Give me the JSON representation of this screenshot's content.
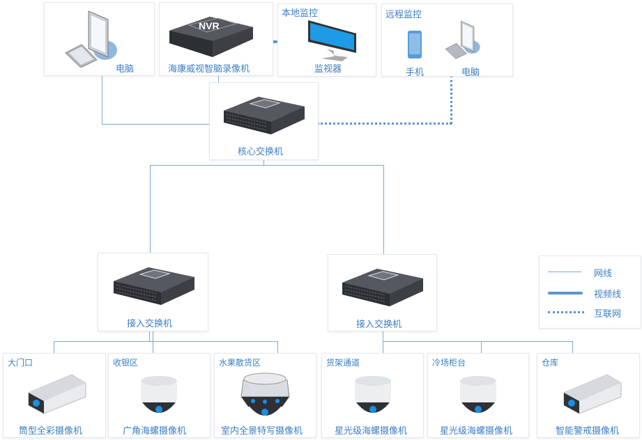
{
  "top": {
    "pc": {
      "label": "电脑"
    },
    "nvr": {
      "badge": "NVR",
      "label": "海康威视智脑录像机"
    },
    "local": {
      "title": "本地监控",
      "label": "监视器"
    },
    "remote": {
      "title": "远程监控",
      "phone": "手机",
      "pc": "电脑"
    }
  },
  "core": {
    "label": "核心交换机"
  },
  "access": [
    {
      "label": "接入交换机"
    },
    {
      "label": "接入交换机"
    }
  ],
  "legend": {
    "items": [
      {
        "label": "网线",
        "style": "thin"
      },
      {
        "label": "视频线",
        "style": "thick"
      },
      {
        "label": "互联网",
        "style": "dashed"
      }
    ]
  },
  "cameras": [
    {
      "area": "大门口",
      "label": "筒型全彩摄像机",
      "icon": "bullet-camera-icon"
    },
    {
      "area": "收银区",
      "label": "广角海螺摄像机",
      "icon": "dome-camera-icon"
    },
    {
      "area": "水果散货区",
      "label": "室内全景特写摄像机",
      "icon": "panoramic-camera-icon"
    },
    {
      "area": "货架通道",
      "label": "星光级海螺摄像机",
      "icon": "dome-camera-icon"
    },
    {
      "area": "冷场柜台",
      "label": "星光级海螺摄像机",
      "icon": "dome-camera-icon"
    },
    {
      "area": "仓库",
      "label": "智能警戒摄像机",
      "icon": "bullet-camera-icon"
    }
  ],
  "colors": {
    "line": "#7aa8d6",
    "text": "#3b7ec4",
    "device": "#3c3f44"
  }
}
